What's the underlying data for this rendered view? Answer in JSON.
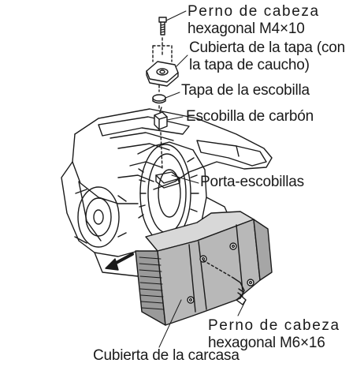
{
  "diagram": {
    "labels": {
      "bolt_m4_line1": "Perno de cabeza",
      "bolt_m4_line2": "hexagonal M4×10",
      "cap_cover_line1": "Cubierta de la tapa (con",
      "cap_cover_line2": "la tapa de caucho)",
      "brush_cap": "Tapa de la escobilla",
      "carbon_brush": "Escobilla de carbón",
      "brush_holder": "Porta-escobillas",
      "bolt_m6_line1": "Perno de cabeza",
      "bolt_m6_line2": "hexagonal M6×16",
      "housing_cover": "Cubierta de la carcasa"
    },
    "line_color": "#1a1a1a",
    "cover_fill": "#b8b8b8",
    "cover_shade": "#9a9a9a"
  }
}
